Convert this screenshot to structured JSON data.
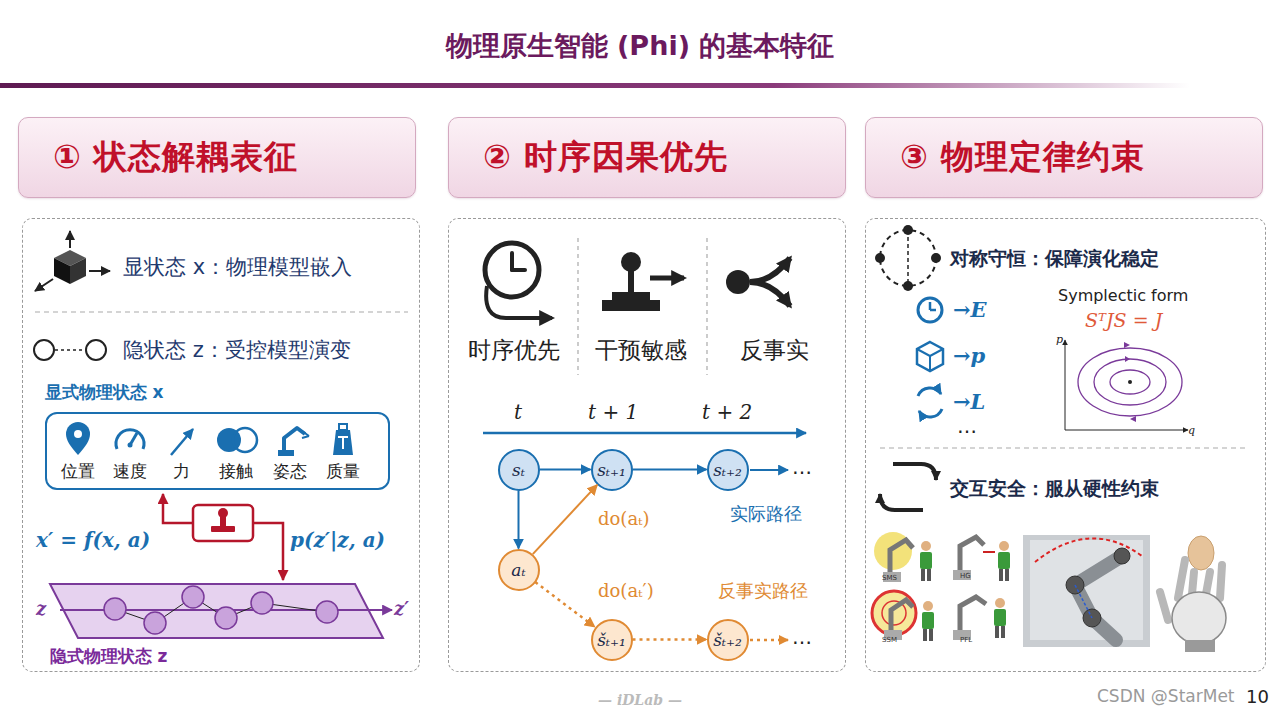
{
  "diagram": {
    "title": "物理原生智能 (Phi) 的基本特征",
    "nodes": [
      {
        "text": [
          "① 状态解耦表征"
        ]
      },
      {
        "text": [
          "显状态 x：物理模型嵌入",
          "隐状态 z：受控模型演变"
        ]
      },
      {
        "text": [
          "显式物理状态 x",
          "位置",
          "速度",
          "力",
          "接触",
          "姿态",
          "质量"
        ],
        "in": 1
      },
      {
        "text": [
          "隐式物理状态 z"
        ],
        "in": 1
      },
      {
        "text": [
          "② 时序因果优先"
        ]
      },
      {
        "text": [
          "时序优先",
          "干预敏感",
          "反事实"
        ]
      },
      {
        "text": [
          "sₜ"
        ],
        "in": 5
      },
      {
        "text": [
          "sₜ₊₁"
        ],
        "in": 5
      },
      {
        "text": [
          "sₜ₊₂"
        ],
        "in": 5
      },
      {
        "text": [
          "aₜ"
        ],
        "in": 5
      },
      {
        "text": [
          "šₜ₊₁"
        ],
        "in": 5
      },
      {
        "text": [
          "šₜ₊₂"
        ],
        "in": 5
      },
      {
        "text": [
          "③ 物理定律约束"
        ]
      },
      {
        "text": [
          "对称守恒：保障演化稳定",
          "交互安全：服从硬性约束"
        ]
      }
    ],
    "edges": [
      {
        "from": 6,
        "to": 7,
        "arrow": "to"
      },
      {
        "from": 7,
        "to": 8,
        "arrow": "to"
      },
      {
        "from": 6,
        "to": 9,
        "arrow": "to"
      },
      {
        "from": 9,
        "to": 7,
        "label": "do(aₜ)",
        "arrow": "to"
      },
      {
        "from": 9,
        "to": 10,
        "label": "do(aₜ′)",
        "arrow": "to"
      },
      {
        "from": 10,
        "to": 11,
        "arrow": "to"
      }
    ],
    "labels": [
      "x′ = f(x, a)",
      "p(z′|z, a)",
      "z",
      "z′",
      "t",
      "t + 1",
      "t + 2",
      "…",
      "…",
      "实际路径",
      "反事实路径",
      "→E",
      "→p",
      "→L",
      "…",
      "Symplectic form",
      "SᵀJS = J",
      "p",
      "q",
      "SMS",
      "HG",
      "SSM",
      "PFL",
      "— iDLab —",
      "CSDN @StarMet",
      "10"
    ]
  }
}
